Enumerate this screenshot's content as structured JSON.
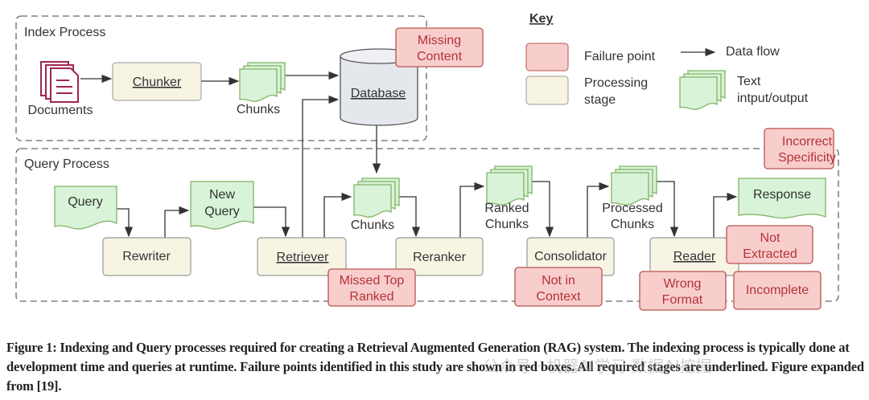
{
  "index_process": {
    "label": "Index Process",
    "documents": "Documents",
    "chunker": "Chunker",
    "chunks": "Chunks",
    "database": "Database",
    "failure": [
      "Missing",
      "Content"
    ]
  },
  "query_process": {
    "label": "Query Process",
    "query": "Query",
    "new_query": [
      "New",
      "Query"
    ],
    "rewriter": "Rewriter",
    "retriever": "Retriever",
    "chunks": "Chunks",
    "reranker": "Reranker",
    "ranked_chunks": [
      "Ranked",
      "Chunks"
    ],
    "consolidator": "Consolidator",
    "processed_chunks": [
      "Processed",
      "Chunks"
    ],
    "reader": "Reader",
    "response": "Response",
    "failures": {
      "incorrect_specificity": [
        "Incorrect",
        "Specificity"
      ],
      "missed_top_ranked": [
        "Missed Top",
        "Ranked"
      ],
      "not_in_context": [
        "Not in",
        "Context"
      ],
      "not_extracted": [
        "Not",
        "Extracted"
      ],
      "wrong_format": [
        "Wrong",
        "Format"
      ],
      "incomplete": "Incomplete"
    }
  },
  "key": {
    "title": "Key",
    "failure_point": "Failure point",
    "processing_stage": [
      "Processing",
      "stage"
    ],
    "data_flow": "Data flow",
    "text_io": [
      "Text",
      "intput/output"
    ]
  },
  "colors": {
    "failure_fill": "#f8cecc",
    "failure_stroke": "#b85450",
    "stage_fill": "#f7f4e4",
    "text_fill": "#d8f3d8",
    "text_stroke": "#82b366",
    "doc_icon": "#a0264f"
  },
  "caption": "Figure 1: Indexing and Query processes required for creating a Retrieval Augmented Generation (RAG) system. The indexing process is typically done at development time and queries at runtime. Failure points identified in this study are shown in red boxes. All required stages are underlined. Figure expanded from [19].",
  "watermark": "公众号 · 机器AI学习 数据AI挖掘"
}
